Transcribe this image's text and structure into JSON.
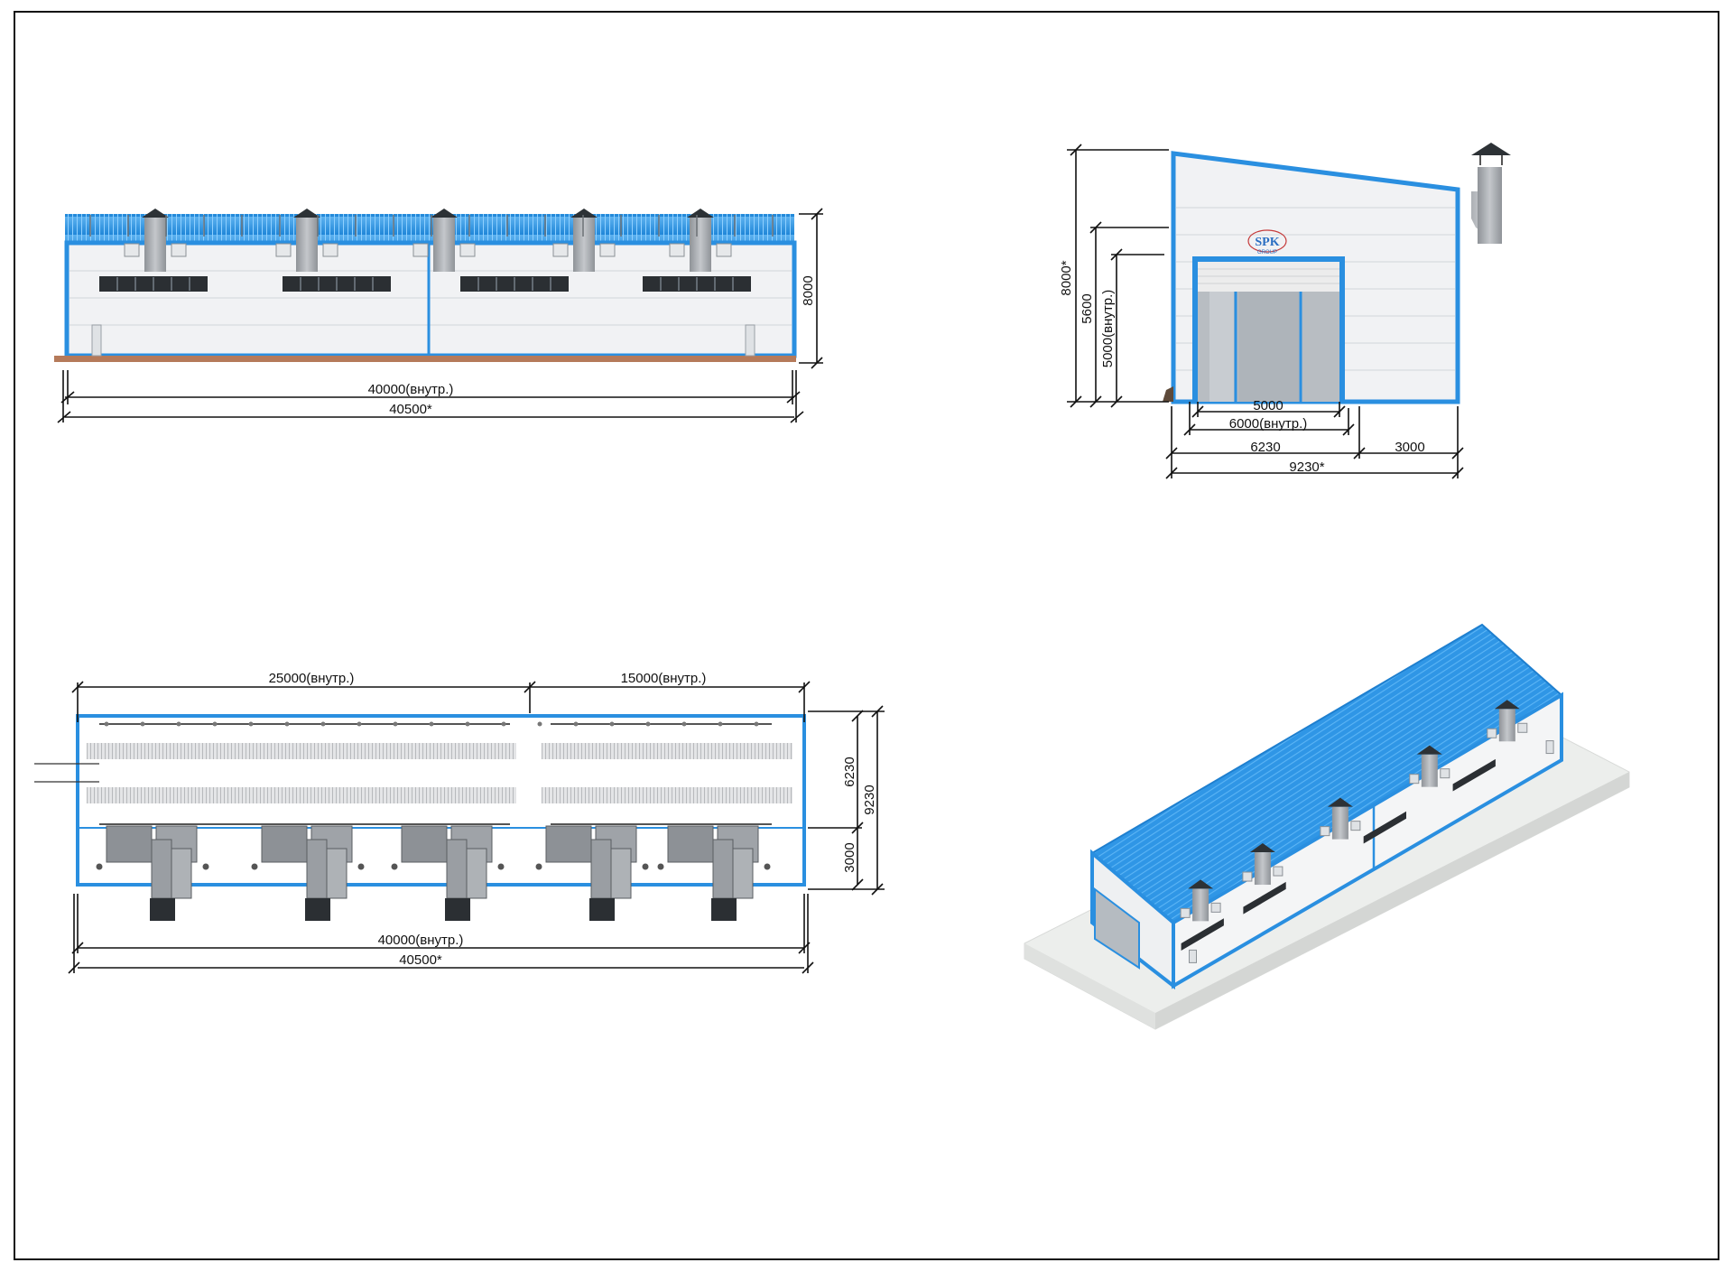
{
  "logo": {
    "brand": "SPK",
    "sub": "GROUP"
  },
  "colors": {
    "roof": "#2f96e6",
    "trim": "#2a8fe0",
    "wall": "#f1f2f4",
    "panel_line": "#d6d9dd",
    "duct": "#a7abb0",
    "dark": "#2b2f33",
    "ground": "#e9ebe9"
  },
  "side_view": {
    "height_label": "8000",
    "inner_length_label": "40000(внутр.)",
    "outer_length_label": "40500*"
  },
  "end_view": {
    "total_height_label": "8000*",
    "height_5600_label": "5600",
    "door_height_label": "5000(внутр.)",
    "door_width_label": "5000",
    "inner_width_label": "6000(внутр.)",
    "width_6230_label": "6230",
    "width_3000_label": "3000",
    "total_width_label": "9230*"
  },
  "plan_view": {
    "left_section_label": "25000(внутр.)",
    "right_section_label": "15000(внутр.)",
    "depth_6230_label": "6230",
    "depth_3000_label": "3000",
    "total_depth_label": "9230",
    "inner_length_label": "40000(внутр.)",
    "outer_length_label": "40500*"
  }
}
